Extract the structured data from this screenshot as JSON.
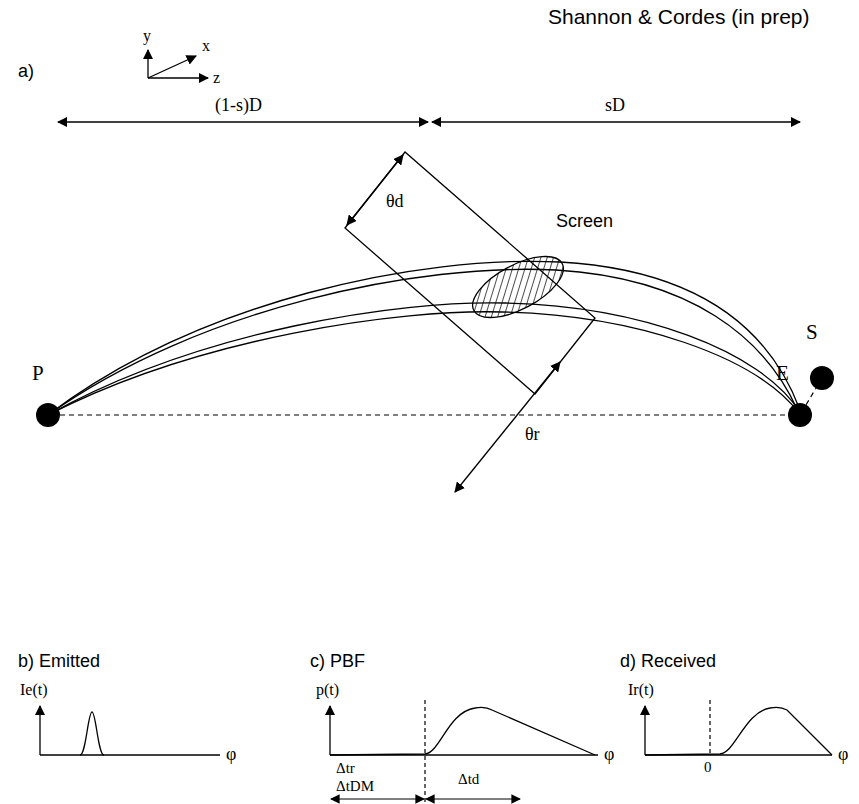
{
  "diagram": {
    "nodes": [
      {
        "text": [
          "P"
        ]
      },
      {
        "text": [
          "E"
        ]
      },
      {
        "text": [
          "S"
        ]
      }
    ],
    "edges": [
      {
        "from": 0,
        "to": 1,
        "arrow": "none"
      },
      {
        "from": 1,
        "to": 2,
        "arrow": "none"
      }
    ],
    "labels": [
      "Shannon & Cordes (in prep)",
      "a)",
      "(1-s)D",
      "sD",
      "y",
      "x",
      "z",
      "θd",
      "Screen",
      "θr",
      "b) Emitted",
      "Ie(t)",
      "φ",
      "c) PBF",
      "p(t)",
      "φ",
      "Δtr",
      "ΔtDM",
      "Δtd",
      "d) Received",
      "Ir(t)",
      "0",
      "φ"
    ]
  }
}
